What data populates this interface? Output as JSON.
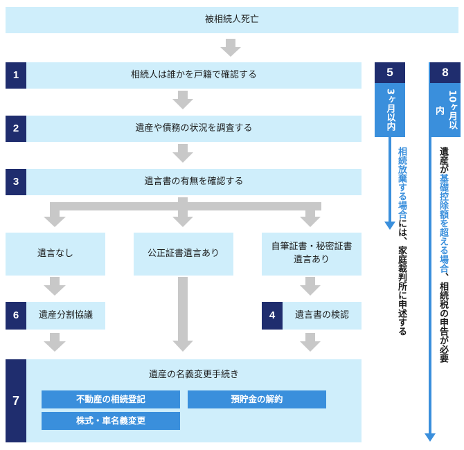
{
  "steps": {
    "death": "被相続人死亡",
    "s1": {
      "num": "1",
      "label": "相続人は誰かを戸籍で確認する"
    },
    "s2": {
      "num": "2",
      "label": "遺産や債務の状況を調査する"
    },
    "s3": {
      "num": "3",
      "label": "遺言書の有無を確認する"
    },
    "none": "遺言なし",
    "notary": "公正証書遺言あり",
    "holo_l1": "自筆証書・秘密証書",
    "holo_l2": "遺言あり",
    "s6": {
      "num": "6",
      "label": "遺産分割協議"
    },
    "s4": {
      "num": "4",
      "label": "遺言書の検認"
    },
    "s7": {
      "num": "7",
      "label": "遺産の名義変更手続き",
      "items": [
        "不動産の相続登記",
        "預貯金の解約",
        "株式・車名義変更"
      ]
    }
  },
  "deadlines": {
    "d5": {
      "num": "5",
      "period": "3ヶ月以内",
      "note_blue": "相続放棄する場合",
      "note_black": "には、家庭裁判所に申述する"
    },
    "d8": {
      "num": "8",
      "period": "10ヶ月以内",
      "note_black1": "遺産が",
      "note_blue": "基礎控除額を超える場合",
      "note_black2": "、相続税の申告が必要"
    }
  },
  "colors": {
    "box": "#cfeefb",
    "number_bg": "#1f2d6e",
    "accent": "#3a8fdc",
    "arrow": "#c8c8c8"
  }
}
